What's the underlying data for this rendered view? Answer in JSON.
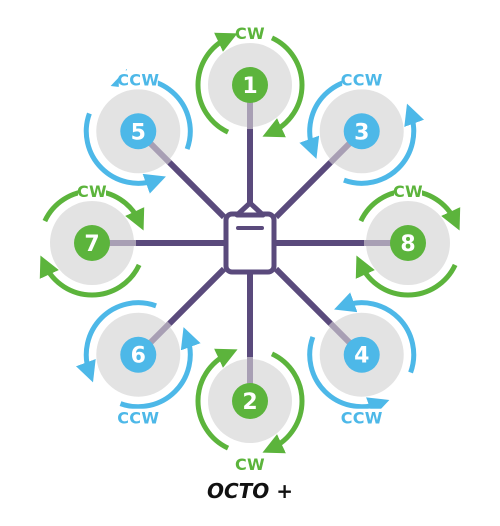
{
  "title": "OCTO +",
  "colors": {
    "cw": "#5cb43c",
    "ccw": "#4db8e8",
    "arm": "#5a4a7c",
    "prop": "#e3e3e3",
    "mount": "#a89fb4",
    "title": "#111111"
  },
  "motors": [
    {
      "number": "1",
      "direction": "CW"
    },
    {
      "number": "3",
      "direction": "CCW"
    },
    {
      "number": "8",
      "direction": "CW"
    },
    {
      "number": "4",
      "direction": "CCW"
    },
    {
      "number": "2",
      "direction": "CW"
    },
    {
      "number": "6",
      "direction": "CCW"
    },
    {
      "number": "7",
      "direction": "CW"
    },
    {
      "number": "5",
      "direction": "CCW"
    }
  ]
}
